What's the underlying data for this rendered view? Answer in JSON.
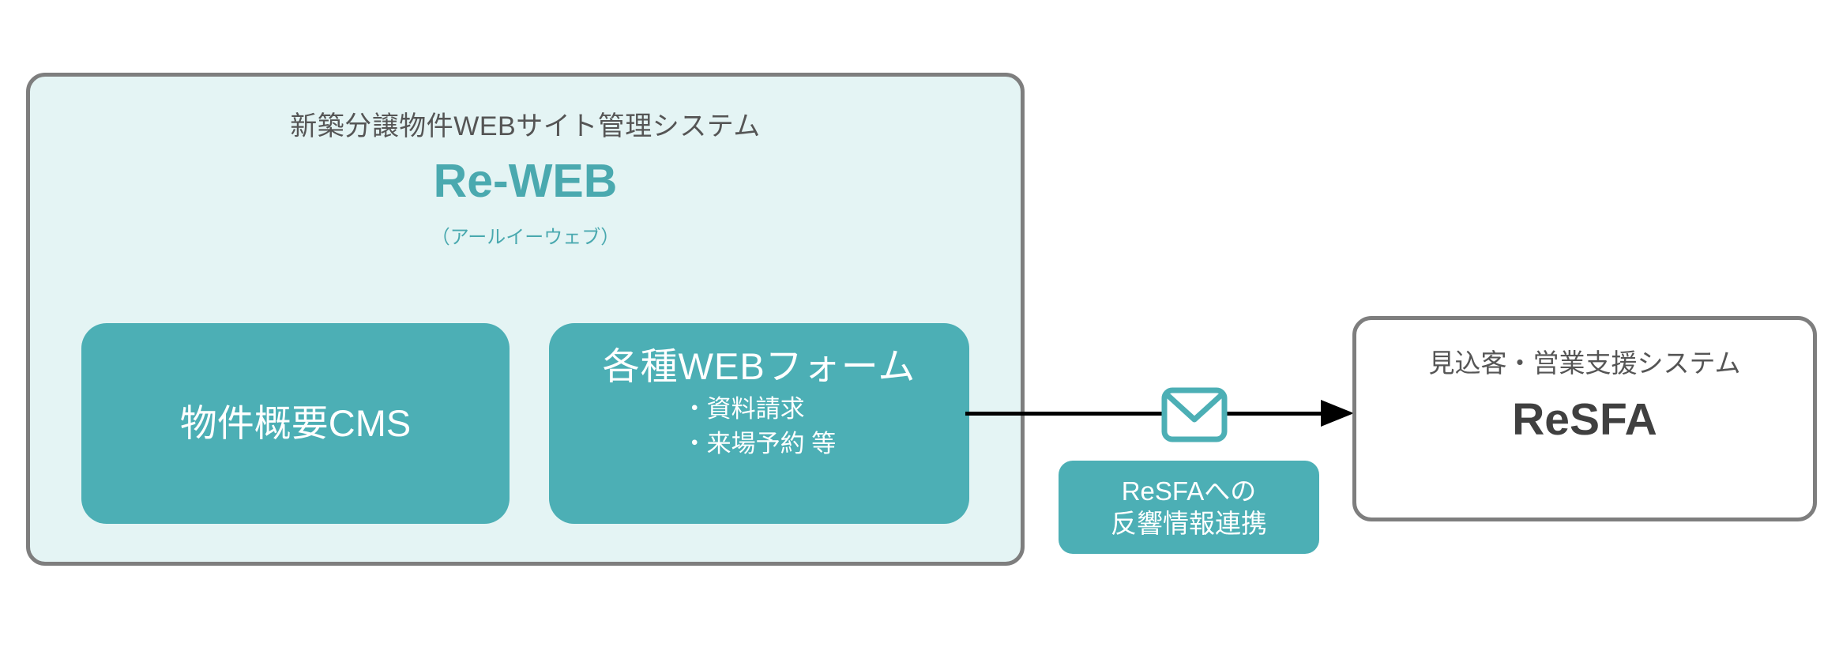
{
  "diagram": {
    "colors": {
      "teal": "#4cafb5",
      "teal_text": "#4aa9af",
      "panel_background": "#e4f4f4",
      "border_gray": "#7e7e7e",
      "text_gray": "#555555",
      "dark_text": "#404040",
      "arrow": "#000000",
      "white": "#ffffff"
    },
    "source_system": {
      "subtitle": "新築分譲物件WEBサイト管理システム",
      "name": "Re-WEB",
      "reading": "（アールイーウェブ）",
      "modules": [
        {
          "title": "物件概要CMS",
          "items": []
        },
        {
          "title": "各種WEBフォーム",
          "items": [
            "・資料請求",
            "・来場予約 等"
          ]
        }
      ]
    },
    "connector": {
      "icon": "envelope-icon",
      "label_lines": [
        "ReSFAへの",
        "反響情報連携"
      ],
      "direction": "left-to-right"
    },
    "target_system": {
      "subtitle": "見込客・営業支援システム",
      "name": "ReSFA"
    }
  }
}
